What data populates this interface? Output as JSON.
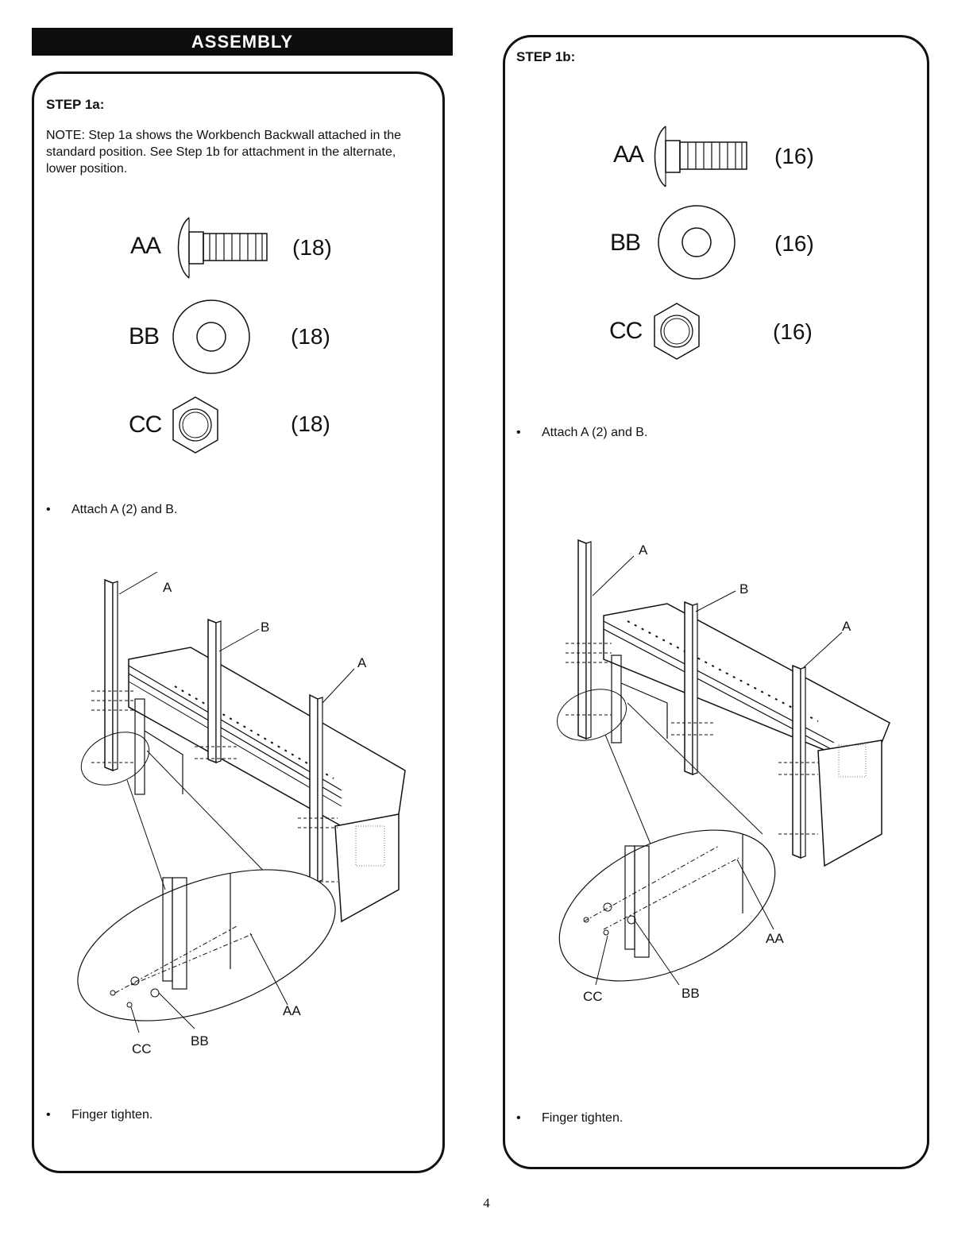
{
  "header": {
    "title": "ASSEMBLY"
  },
  "step_a": {
    "title": "STEP 1a:",
    "note": "NOTE: Step 1a shows the Workbench Backwall attached in the standard position. See Step 1b for attachment in the alternate, lower position.",
    "parts": [
      {
        "code": "AA",
        "qty": "(18)",
        "icon": "carriage-bolt-icon"
      },
      {
        "code": "BB",
        "qty": "(18)",
        "icon": "washer-icon"
      },
      {
        "code": "CC",
        "qty": "(18)",
        "icon": "hex-nut-icon"
      }
    ],
    "bullet1": "Attach A (2) and B.",
    "bullet2": "Finger tighten.",
    "labels": {
      "a1": "A",
      "b": "B",
      "a2": "A",
      "aa": "AA",
      "bb": "BB",
      "cc": "CC"
    }
  },
  "step_b": {
    "title": "STEP 1b:",
    "parts": [
      {
        "code": "AA",
        "qty": "(16)",
        "icon": "carriage-bolt-icon"
      },
      {
        "code": "BB",
        "qty": "(16)",
        "icon": "washer-icon"
      },
      {
        "code": "CC",
        "qty": "(16)",
        "icon": "hex-nut-icon"
      }
    ],
    "bullet1": "Attach A (2) and B.",
    "bullet2": "Finger tighten.",
    "labels": {
      "a1": "A",
      "b": "B",
      "a2": "A",
      "aa": "AA",
      "bb": "BB",
      "cc": "CC"
    }
  },
  "page_number": "4"
}
